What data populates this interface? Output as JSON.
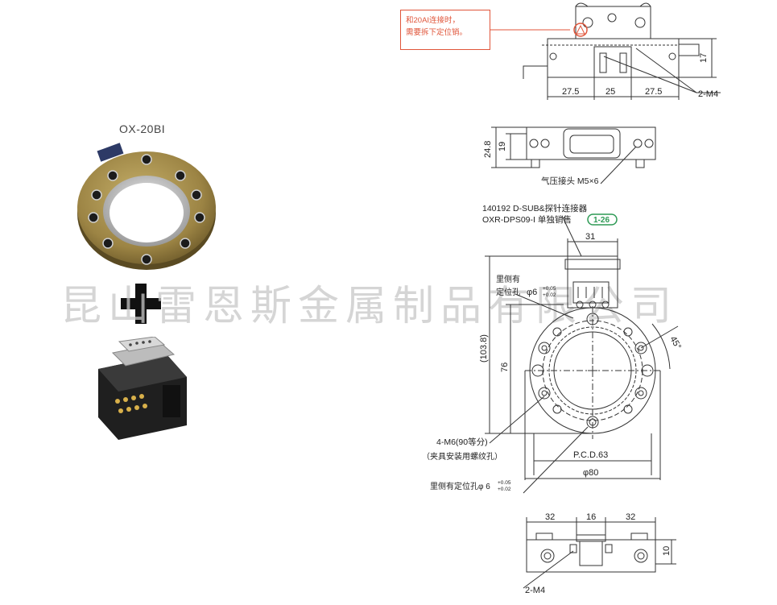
{
  "product": {
    "label": "OX-20BI"
  },
  "watermark": "昆山雷恩斯金属制品有限公司",
  "note": {
    "line1": "和20AI连接时，",
    "line2": "需要拆下定位销。"
  },
  "front_view": {
    "dims": [
      "27.5",
      "25",
      "27.5"
    ],
    "height": "17",
    "thread": "2-M4"
  },
  "side_view": {
    "outer_height": "24.8",
    "inner_height": "19",
    "fitting": "气压接头 M5×6"
  },
  "connector": {
    "part_line1": "140192 D-SUB&探针连接器",
    "part_line2": "OXR-DPS09-I  单独销售",
    "page_ref": "1-26"
  },
  "plan_view": {
    "width_top": "31",
    "pin_label_a": "里侧有",
    "pin_label_b": "定位孔",
    "pin_dia": "φ6",
    "tol_plus": "+0.05",
    "tol_minus": "+0.02",
    "total_height": "(103.8)",
    "center_height": "76",
    "angle": "45°",
    "holes": "4-M6(90等分)",
    "holes_note": "（夹具安装用螺纹孔）",
    "pcd": "P.C.D.63",
    "outer_dia": "φ80",
    "bottom_pin_label": "里侧有定位孔φ 6",
    "bottom_tol_plus": "+0.05",
    "bottom_tol_minus": "+0.02"
  },
  "bottom_view": {
    "dims": [
      "32",
      "16",
      "32"
    ],
    "height": "10",
    "thread": "2-M4"
  },
  "colors": {
    "note": "#e0553a",
    "badge": "#2e9a55",
    "ring_gold": "#a08a4a",
    "line": "#333333"
  }
}
